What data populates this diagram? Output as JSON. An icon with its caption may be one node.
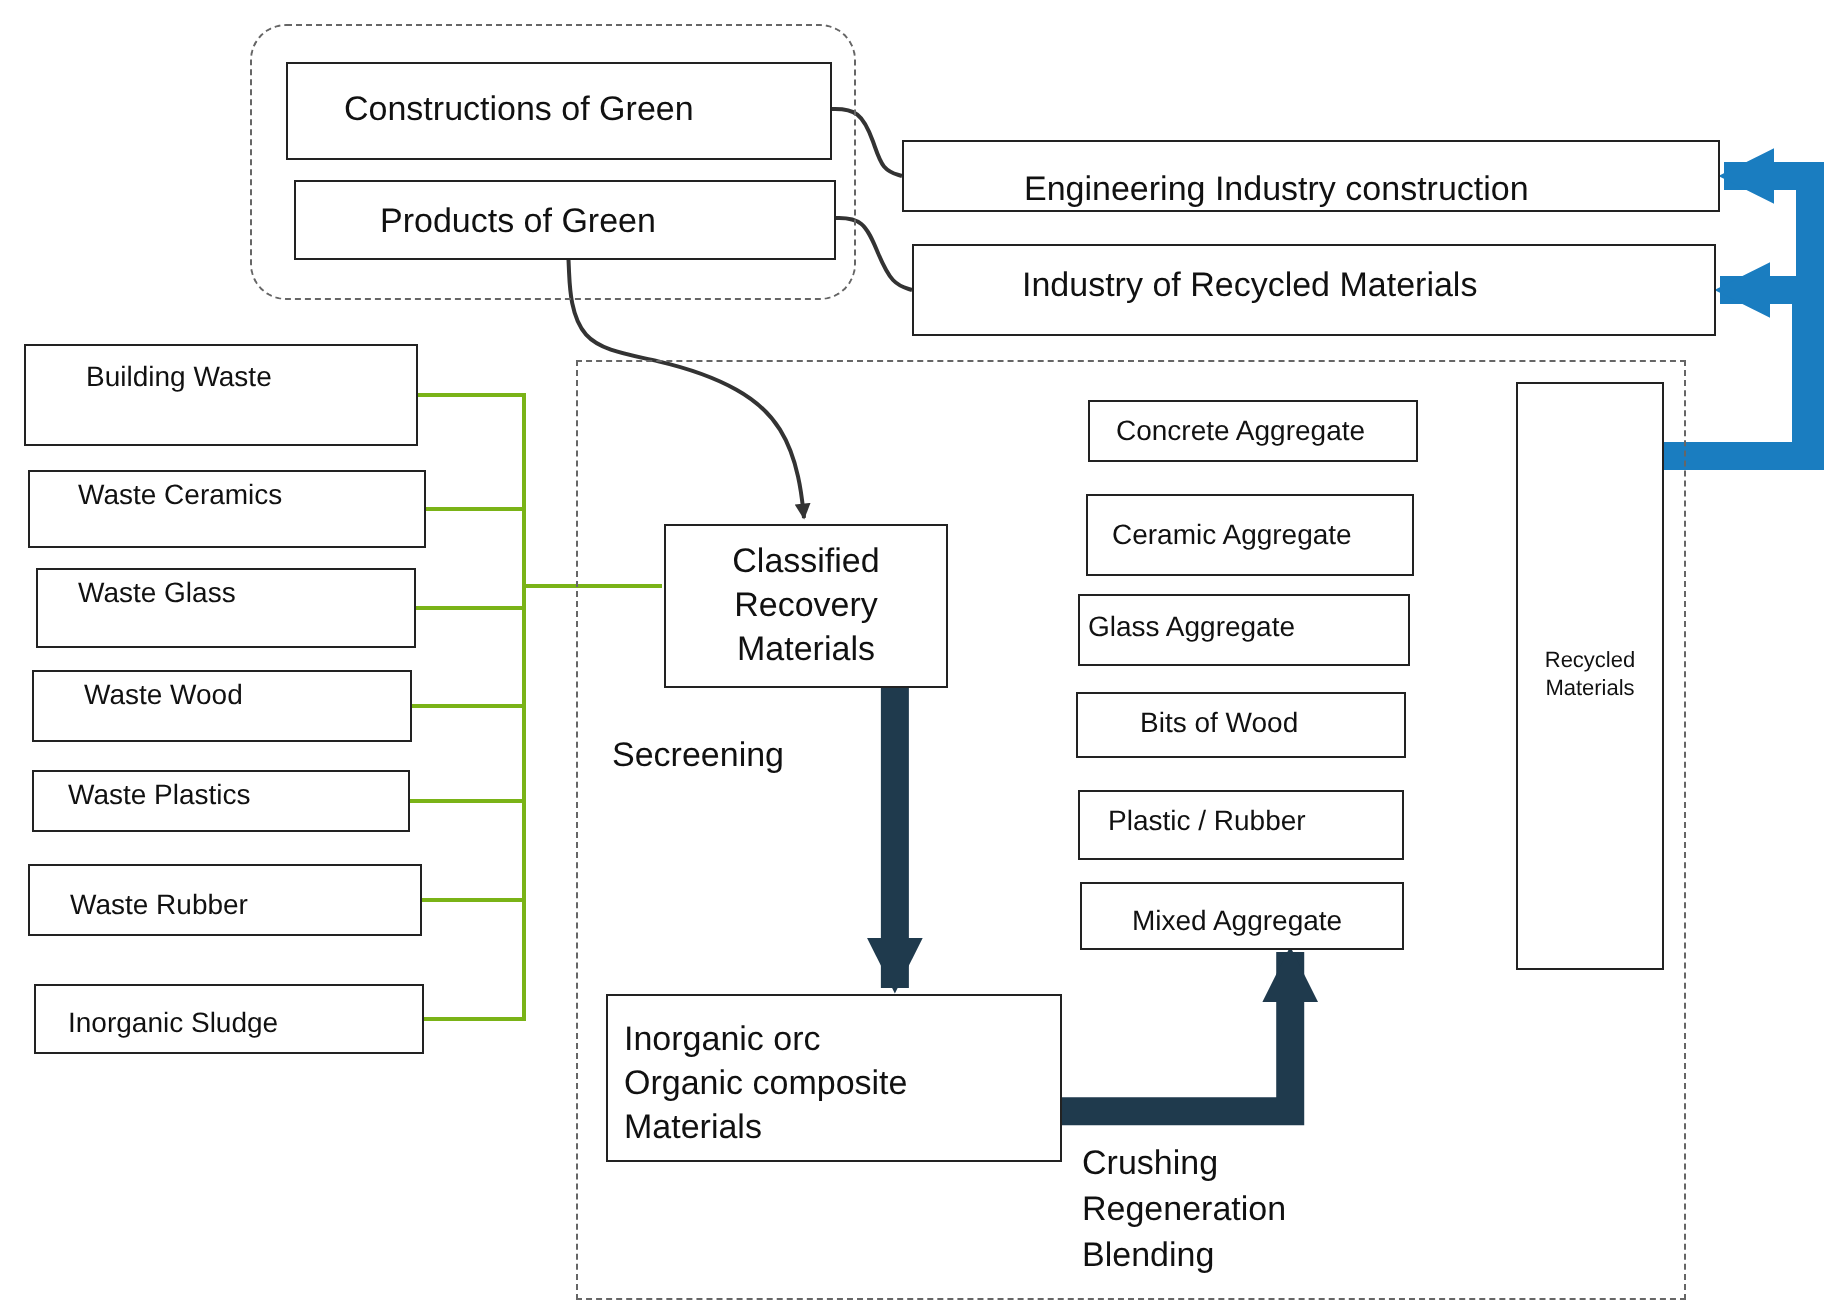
{
  "diagram": {
    "nodes": [
      {
        "text": [],
        "shape": "box"
      },
      {
        "text": [
          "Constructions of Green"
        ],
        "in": 0
      },
      {
        "text": [
          "Products of Green"
        ],
        "in": 0
      },
      {
        "text": [
          "Engineering Industry construction"
        ]
      },
      {
        "text": [
          "Industry of Recycled Materials"
        ]
      },
      {
        "text": [
          "Building Waste"
        ]
      },
      {
        "text": [
          "Waste Ceramics"
        ]
      },
      {
        "text": [
          "Waste Glass"
        ]
      },
      {
        "text": [
          "Waste Wood"
        ]
      },
      {
        "text": [
          "Waste Plastics"
        ]
      },
      {
        "text": [
          "Waste Rubber"
        ]
      },
      {
        "text": [
          "Inorganic Sludge"
        ]
      },
      {
        "text": [],
        "shape": "box"
      },
      {
        "text": [
          "Classified Recovery Materials"
        ],
        "in": 12
      },
      {
        "text": [
          "Concrete Aggregate"
        ],
        "in": 12
      },
      {
        "text": [
          "Ceramic Aggregate"
        ],
        "in": 12
      },
      {
        "text": [
          "Glass Aggregate"
        ],
        "in": 12
      },
      {
        "text": [
          "Bits of Wood"
        ],
        "in": 12
      },
      {
        "text": [
          "Plastic  / Rubber"
        ],
        "in": 12
      },
      {
        "text": [
          "Mixed Aggregate"
        ],
        "in": 12
      },
      {
        "text": [
          "Recycled Materials"
        ],
        "in": 12
      },
      {
        "text": [
          "Inorganic orc Organic composite Materials"
        ],
        "in": 12
      }
    ],
    "edges": [
      {
        "from": 1,
        "to": 3,
        "arrow": "none",
        "color": "#333333"
      },
      {
        "from": 2,
        "to": 4,
        "arrow": "none",
        "color": "#333333"
      },
      {
        "from": 2,
        "to": 13,
        "arrow": "to",
        "color": "#333333"
      },
      {
        "from": 5,
        "to": 13,
        "arrow": "none"
      },
      {
        "from": 6,
        "to": 13,
        "arrow": "none"
      },
      {
        "from": 7,
        "to": 13,
        "arrow": "none"
      },
      {
        "from": 8,
        "to": 13,
        "arrow": "none"
      },
      {
        "from": 9,
        "to": 13,
        "arrow": "none"
      },
      {
        "from": 10,
        "to": 13,
        "arrow": "none"
      },
      {
        "from": 11,
        "to": 13,
        "arrow": "none"
      },
      {
        "from": 13,
        "to": 21,
        "arrow": "to",
        "label": "Secreening",
        "style": "thick",
        "color": "#1f3a4d"
      },
      {
        "from": 21,
        "to": 19,
        "arrow": "to",
        "label": "Crushing Regeneration Blending",
        "style": "thick",
        "color": "#1f3a4d"
      },
      {
        "from": 20,
        "to": 3,
        "arrow": "to",
        "style": "thick",
        "color": "#1a7dc0"
      },
      {
        "from": 20,
        "to": 4,
        "arrow": "to",
        "style": "thick",
        "color": "#1a7dc0"
      }
    ]
  }
}
